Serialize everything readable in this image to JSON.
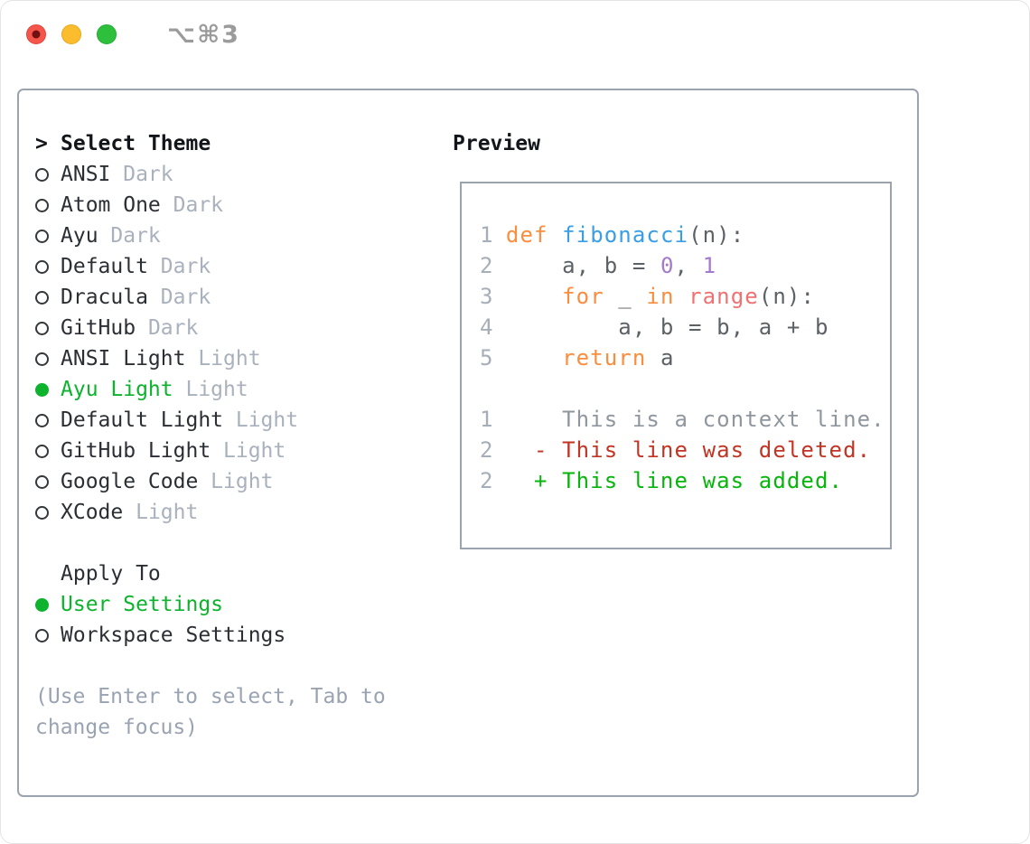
{
  "window": {
    "shortcut": "⌥⌘3",
    "traffic_lights": [
      "close",
      "minimize",
      "zoom"
    ]
  },
  "select_theme": {
    "prompt": ">",
    "title": "Select Theme",
    "items": [
      {
        "name": "ANSI",
        "variant": "Dark",
        "selected": false
      },
      {
        "name": "Atom One",
        "variant": "Dark",
        "selected": false
      },
      {
        "name": "Ayu",
        "variant": "Dark",
        "selected": false
      },
      {
        "name": "Default",
        "variant": "Dark",
        "selected": false
      },
      {
        "name": "Dracula",
        "variant": "Dark",
        "selected": false
      },
      {
        "name": "GitHub",
        "variant": "Dark",
        "selected": false
      },
      {
        "name": "ANSI Light",
        "variant": "Light",
        "selected": false
      },
      {
        "name": "Ayu Light",
        "variant": "Light",
        "selected": true
      },
      {
        "name": "Default Light",
        "variant": "Light",
        "selected": false
      },
      {
        "name": "GitHub Light",
        "variant": "Light",
        "selected": false
      },
      {
        "name": "Google Code",
        "variant": "Light",
        "selected": false
      },
      {
        "name": "XCode",
        "variant": "Light",
        "selected": false
      }
    ]
  },
  "apply_to": {
    "title": "Apply To",
    "options": [
      {
        "label": "User Settings",
        "selected": true
      },
      {
        "label": "Workspace Settings",
        "selected": false
      }
    ]
  },
  "hint": "(Use Enter to select, Tab to change focus)",
  "preview": {
    "title": "Preview",
    "lines": [
      {
        "num": "1",
        "segments": [
          {
            "t": "def",
            "c": "kw"
          },
          {
            "t": " ",
            "c": "def"
          },
          {
            "t": "fibonacci",
            "c": "fn"
          },
          {
            "t": "(n):",
            "c": "def"
          }
        ]
      },
      {
        "num": "2",
        "segments": [
          {
            "t": "    a, b = ",
            "c": "def"
          },
          {
            "t": "0",
            "c": "num"
          },
          {
            "t": ", ",
            "c": "def"
          },
          {
            "t": "1",
            "c": "num"
          }
        ]
      },
      {
        "num": "3",
        "segments": [
          {
            "t": "    ",
            "c": "def"
          },
          {
            "t": "for",
            "c": "kw"
          },
          {
            "t": " _ ",
            "c": "def"
          },
          {
            "t": "in",
            "c": "kw"
          },
          {
            "t": " ",
            "c": "def"
          },
          {
            "t": "range",
            "c": "coral"
          },
          {
            "t": "(n):",
            "c": "def"
          }
        ]
      },
      {
        "num": "4",
        "segments": [
          {
            "t": "        a, b = b, a + b",
            "c": "def"
          }
        ]
      },
      {
        "num": "5",
        "segments": [
          {
            "t": "    ",
            "c": "def"
          },
          {
            "t": "return",
            "c": "kw"
          },
          {
            "t": " a",
            "c": "def"
          }
        ]
      },
      {
        "num": "",
        "segments": []
      },
      {
        "num": "1",
        "segments": [
          {
            "t": "    This is a context line.",
            "c": "ctx"
          }
        ]
      },
      {
        "num": "2",
        "segments": [
          {
            "t": "  - This line was deleted.",
            "c": "del"
          }
        ]
      },
      {
        "num": "2",
        "segments": [
          {
            "t": "  + This line was added.",
            "c": "add"
          }
        ]
      }
    ]
  },
  "colors": {
    "text_primary": "#121519",
    "text_name": "#2b2f34",
    "muted": "#a9b1bd",
    "hint": "#9aa3b2",
    "border": "#9aa3ae",
    "selection_green": "#0db32c",
    "add_green": "#07b50c",
    "del_red": "#c23424",
    "kw_orange": "#fa8d3e",
    "fn_blue": "#399ee6",
    "num_purple": "#a37acc",
    "coral": "#f07171",
    "code_default": "#5c6166",
    "line_number": "#a6aeb8",
    "context_gray": "#8f969e",
    "titlebar_text": "#9b9b9b",
    "light_red": "#f4564c",
    "light_red_dot": "#701010",
    "light_yellow": "#fbbd2e",
    "light_green": "#2ec03c"
  }
}
